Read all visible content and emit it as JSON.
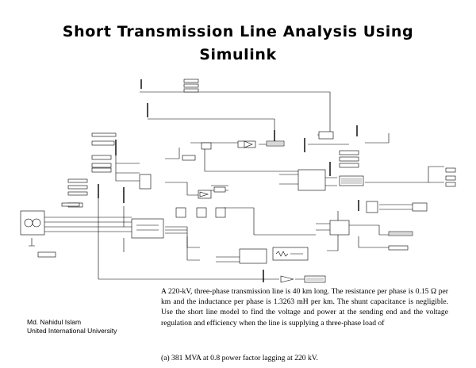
{
  "slide": {
    "title_line1": "Short Transmission Line Analysis Using",
    "title_line2": "Simulink",
    "author_name": "Md. Nahidul Islam",
    "author_affiliation": "United International University",
    "problem_text": "A 220-kV, three-phase transmission line is 40 km long. The resistance per phase is 0.15 Ω per km and the inductance per phase is 1.3263 mH per km. The shunt capacitance is negligible. Use the short line model to find the voltage and power at the sending end and the voltage regulation and efficiency when the line is supplying a three-phase load of",
    "problem_part_a": "(a) 381 MVA at 0.8 power factor lagging at 220 kV."
  },
  "model": {
    "line_color": "#000000",
    "block_border": "#000000",
    "display_fill": "#d8d8d8"
  }
}
